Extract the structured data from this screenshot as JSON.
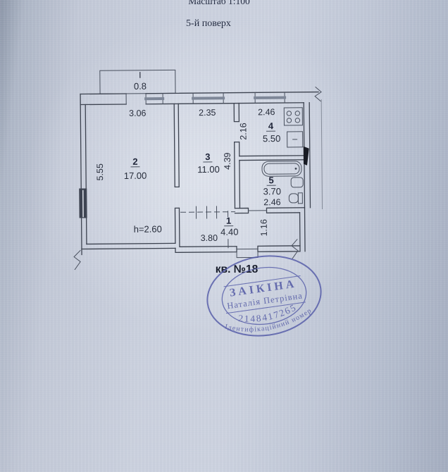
{
  "header": {
    "scale": "Масштаб 1:100",
    "floor": "5-й поверх"
  },
  "apartment": {
    "label": "кв. №18"
  },
  "balcony": {
    "num": "I",
    "area": "0.8"
  },
  "rooms": {
    "r1": {
      "num": "1",
      "area": "4.40",
      "width": "3.80",
      "depth": "1.16"
    },
    "r2": {
      "num": "2",
      "area": "17.00",
      "width": "3.06",
      "depth": "5.55",
      "ceiling": "h=2.60"
    },
    "r3": {
      "num": "3",
      "area": "11.00",
      "width": "2.35",
      "depth": "4.39"
    },
    "r4": {
      "num": "4",
      "area": "5.50",
      "width": "2.46",
      "depth": "2.16"
    },
    "r5": {
      "num": "5",
      "area": "3.70",
      "width": "2.46"
    }
  },
  "stamp": {
    "surname": "ЗАІКІНА",
    "given_name": "Наталія Петрівна",
    "id_number": "2148417265",
    "ring_text": "Ідентифікаційний номер"
  },
  "colors": {
    "paper": "#cbd1de",
    "ink": "#3d4350",
    "stamp_blue": "#545ba8"
  }
}
